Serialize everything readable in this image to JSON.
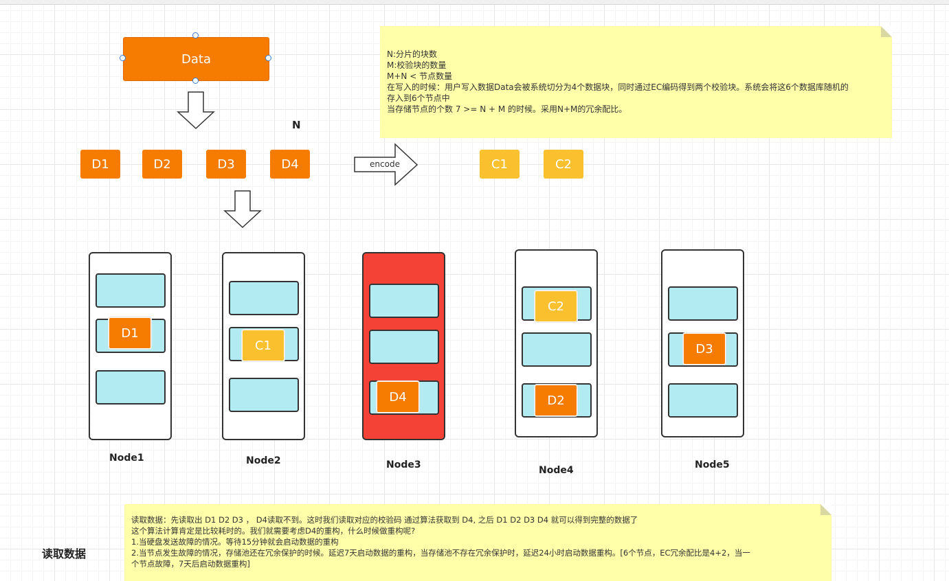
{
  "diagram": {
    "data_box_label": "Data",
    "n_label": "N",
    "data_blocks": [
      {
        "label": "D1",
        "color": "#f57c00"
      },
      {
        "label": "D2",
        "color": "#f57c00"
      },
      {
        "label": "D3",
        "color": "#f57c00"
      },
      {
        "label": "D4",
        "color": "#f57c00"
      }
    ],
    "encode_label": "encode",
    "parity_blocks": [
      {
        "label": "C1",
        "color": "#fbc02d"
      },
      {
        "label": "C2",
        "color": "#fbc02d"
      }
    ],
    "nodes": [
      {
        "name": "Node1",
        "status": "normal",
        "stored": "D1"
      },
      {
        "name": "Node2",
        "status": "normal",
        "stored": "C1"
      },
      {
        "name": "Node3",
        "status": "failed",
        "stored": "D4"
      },
      {
        "name": "Node4",
        "status": "normal",
        "stored": [
          "C2",
          "D2"
        ]
      },
      {
        "name": "Node5",
        "status": "normal",
        "stored": "D3"
      }
    ],
    "colors": {
      "data_block": "#f57c00",
      "parity_block": "#fbc02d",
      "slot": "#b2ebf2",
      "failed_node": "#f44336",
      "note": "#ffffaa"
    }
  },
  "notes": {
    "top": [
      "N:分片的块数",
      "M:校验块的数量",
      "M+N < 节点数量",
      "在写入的时候：用户写入数据Data会被系统切分为4个数据块，同时通过EC编码得到两个校验块。系统会将这6个数据库随机的",
      "存入到6个节点中",
      "当存储节点的个数 7 >= N + M 的时候。采用N+M的冗余配比。"
    ],
    "bottom": [
      "读取数据：先读取出 D1 D2 D3 ， D4读取不到。这时我们读取对应的校验码 通过算法获取到 D4, 之后 D1 D2 D3 D4 就可以得到完整的数据了",
      "这个算法计算肯定是比较耗时的。我们就需要考虑D4的重构，什么时候做重构呢?",
      "1.当硬盘发送故障的情况。等待15分钟就会启动数据的重构",
      "2.当节点发生故障的情况，存储池还在冗余保护的时候。延迟7天启动数据的重构，当存储池不存在冗余保护时，延迟24小时启动数据重构。[6个节点，EC冗余配比是4+2，当一",
      "个节点故障，7天后启动数据重构]"
    ]
  },
  "section_title": "读取数据"
}
